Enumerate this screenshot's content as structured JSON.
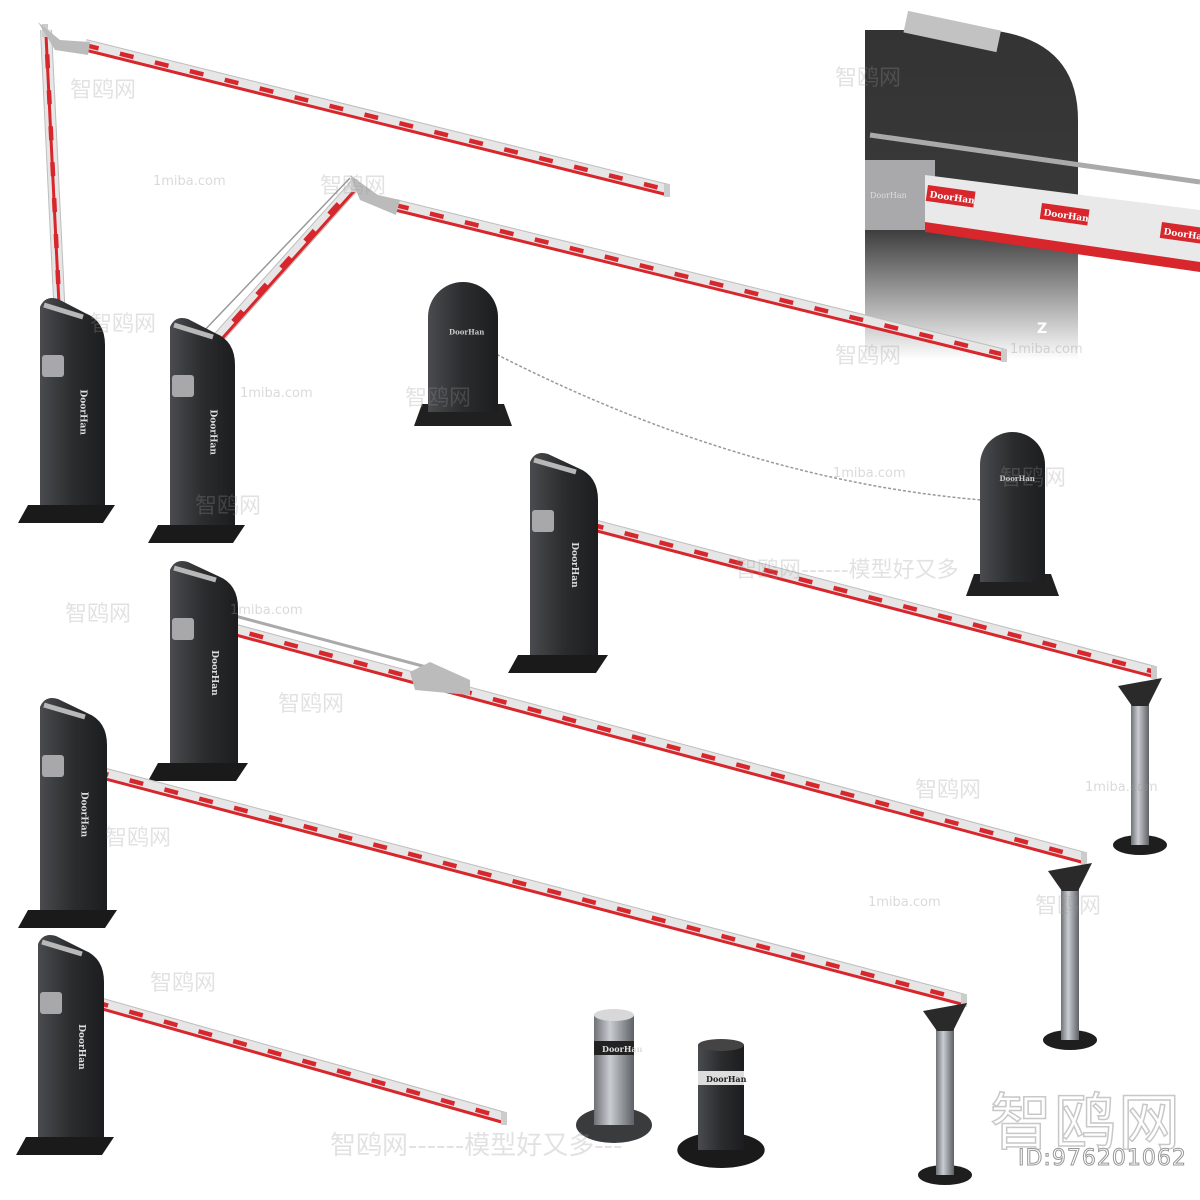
{
  "brand": "DoorHan",
  "inset_brand": "DoorHan",
  "inset_mark": "Z",
  "watermarks": {
    "site_cn": "智鸥网",
    "site_en": "1miba.com",
    "slogan": "智鸥网------模型好又多",
    "slogan_mid": "智鸥网------模型好又多---",
    "id": "ID:976201062"
  },
  "colors": {
    "cabinet": "#2b2c2e",
    "boom": "#e6e6e6",
    "stripe": "#d7262c",
    "steel": "#9a9ea3"
  }
}
